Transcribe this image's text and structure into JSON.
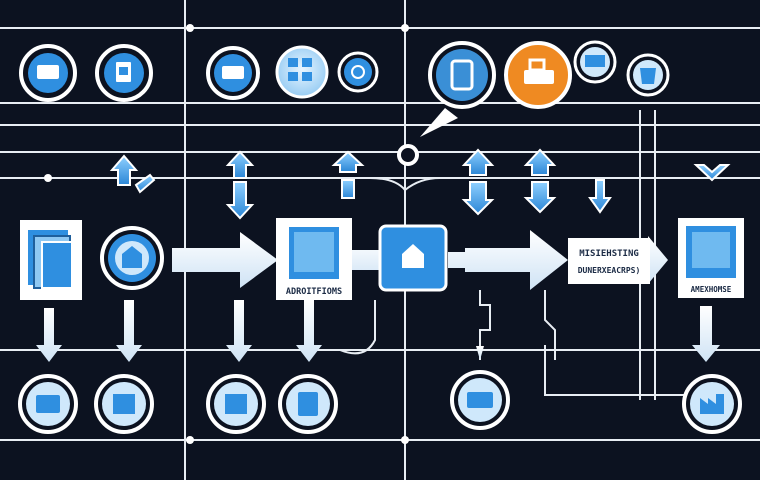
{
  "colors": {
    "background": "#0c1220",
    "line": "#e8edf3",
    "node_blue": "#2f8fe0",
    "node_light": "#cfe8fb",
    "accent_orange": "#ef8a22",
    "panel_blue": "#3a8fd6"
  },
  "labels": {
    "center_doc": "ADROITFIOMS",
    "right_box_line1": "MISIEHSTING",
    "right_box_line2": "DUNERXEACRPS)",
    "right_doc": "AMEXHOMSE"
  },
  "icons": {
    "top": [
      "monitor-icon",
      "document-icon",
      "server-icon",
      "network-icon",
      "refresh-icon",
      "tablet-icon",
      "shopping-cart-icon",
      "truck-icon",
      "cup-icon"
    ],
    "middle": [
      "folder-stack-icon",
      "briefcase-icon",
      "document-icon",
      "home-icon",
      "document-icon"
    ],
    "bottom": [
      "tablet-icon",
      "archive-icon",
      "server-icon",
      "file-icon",
      "monitor-icon",
      "factory-icon"
    ]
  }
}
